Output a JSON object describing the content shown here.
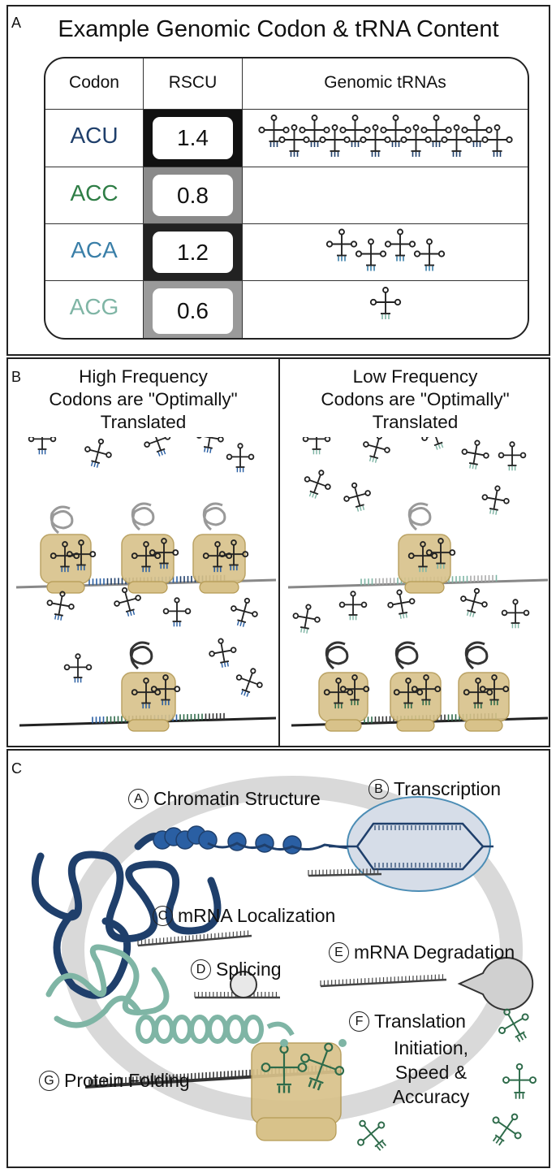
{
  "panel_a": {
    "label": "A",
    "title": "Example Genomic Codon & tRNA Content",
    "headers": {
      "codon": "Codon",
      "rscu": "RSCU",
      "trnas": "Genomic tRNAs"
    },
    "rows": [
      {
        "codon": "ACU",
        "rscu": "1.4",
        "color": "#1f3f6b",
        "cell_color": "#111111",
        "trna_count": 12
      },
      {
        "codon": "ACC",
        "rscu": "0.8",
        "color": "#2e7d45",
        "cell_color": "#8a8a8a",
        "trna_count": 0
      },
      {
        "codon": "ACA",
        "rscu": "1.2",
        "color": "#3a7fa8",
        "cell_color": "#222222",
        "trna_count": 4
      },
      {
        "codon": "ACG",
        "rscu": "0.6",
        "color": "#7fb5a5",
        "cell_color": "#9a9a9a",
        "trna_count": 1
      }
    ]
  },
  "panel_b": {
    "label": "B",
    "left_title": [
      "High Frequency",
      "Codons are \"Optimally\"",
      "Translated"
    ],
    "right_title": [
      "Low Frequency",
      "Codons are \"Optimally\"",
      "Translated"
    ]
  },
  "panel_c": {
    "label": "C",
    "items": [
      {
        "letter": "A",
        "text": "Chromatin Structure"
      },
      {
        "letter": "B",
        "text": "Transcription"
      },
      {
        "letter": "C",
        "text": "mRNA Localization"
      },
      {
        "letter": "D",
        "text": "Splicing"
      },
      {
        "letter": "E",
        "text": "mRNA Degradation"
      },
      {
        "letter": "F",
        "text": "Translation"
      },
      {
        "letter": "G",
        "text": "Protein Folding"
      }
    ],
    "translation_sub": [
      "Initiation,",
      "Speed &",
      "Accuracy"
    ]
  },
  "colors": {
    "navy": "#1f3f6b",
    "blue": "#2a5fa3",
    "green": "#2e6b4a",
    "mint": "#7fb5a5",
    "ribosome": "#d8c28a",
    "ribosome_edge": "#b49a55",
    "grey_loop": "#d9d9d9"
  }
}
